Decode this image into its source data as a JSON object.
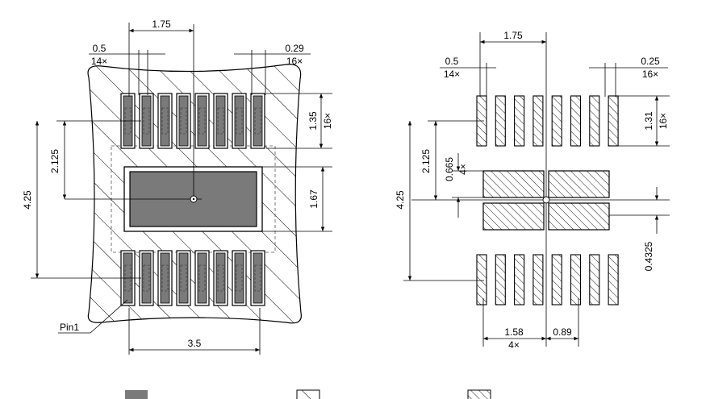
{
  "left": {
    "dims": {
      "top_span": "1.75",
      "pad_width": "0.5",
      "pad_width_count": "14×",
      "gap": "0.29",
      "gap_count": "16×",
      "pad_height": "1.35",
      "pad_height_count": "16×",
      "half_span": "2.125",
      "full_span": "4.25",
      "center_pad_height": "1.67",
      "bottom_width": "3.5"
    },
    "pin_label": "Pin1"
  },
  "right": {
    "dims": {
      "top_span": "1.75",
      "pad_width": "0.5",
      "pad_width_count": "14×",
      "gap": "0.25",
      "gap_count": "16×",
      "pad_height": "1.31",
      "pad_height_count": "16×",
      "half_span": "2.125",
      "center_pad_height": "0.665",
      "center_pad_count": "4×",
      "full_span": "4.25",
      "center_gap": "0.4325",
      "center_pad_width": "1.58",
      "center_pad_width_count": "4×",
      "center_offset": "0.89"
    }
  },
  "colors": {
    "copper": "#7a7a7a",
    "line": "#000000",
    "hatch": "#000000"
  },
  "legend": [
    {
      "icon": "filled-square-icon",
      "text": ""
    },
    {
      "icon": "light-hatch-square-icon",
      "text": ""
    },
    {
      "icon": "dense-hatch-square-icon",
      "text": ""
    }
  ]
}
